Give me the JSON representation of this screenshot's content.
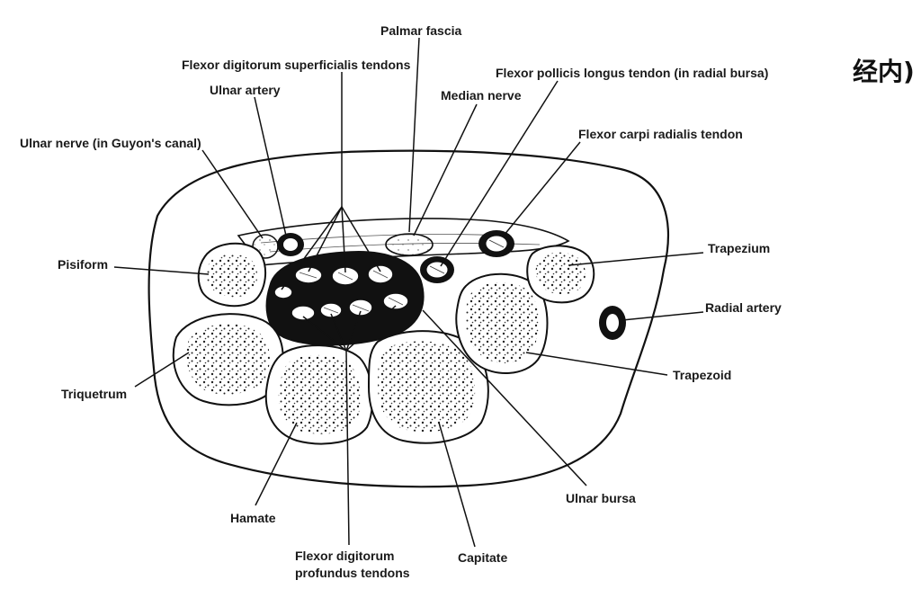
{
  "labels": {
    "palmar_fascia": "Palmar fascia",
    "fds_tendons": "Flexor digitorum superficialis tendons",
    "ulnar_artery": "Ulnar artery",
    "fpl_tendon": "Flexor pollicis longus tendon (in radial bursa)",
    "median_nerve": "Median nerve",
    "ulnar_nerve": "Ulnar nerve (in Guyon's canal)",
    "fcr_tendon": "Flexor carpi radialis tendon",
    "pisiform": "Pisiform",
    "trapezium": "Trapezium",
    "radial_artery": "Radial artery",
    "trapezoid": "Trapezoid",
    "triquetrum": "Triquetrum",
    "ulnar_bursa": "Ulnar bursa",
    "hamate": "Hamate",
    "capitate": "Capitate",
    "fdp_line1": "Flexor digitorum",
    "fdp_line2": "profundus tendons"
  },
  "corner_text": "经内)",
  "colors": {
    "ink": "#111111",
    "bone_fill": "#ffffff",
    "bursa_fill": "#111111"
  }
}
